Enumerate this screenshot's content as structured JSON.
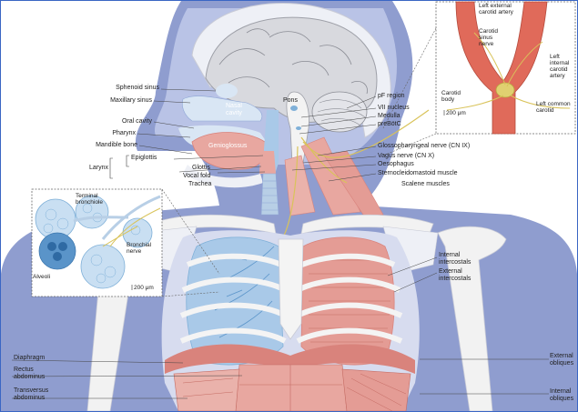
{
  "labels": {
    "left_external_carotid_artery": [
      "Left external",
      "carotid artery"
    ],
    "carotid_sinus_nerve": [
      "Carotid",
      "sinus",
      "nerve"
    ],
    "left_internal_carotid_artery": [
      "Left",
      "internal",
      "carotid",
      "artery"
    ],
    "carotid_body": [
      "Carotid",
      "body"
    ],
    "left_common_carotid": [
      "Left common",
      "carotid"
    ],
    "scale_carotid": "200 μm",
    "sphenoid_sinus": "Sphenoid sinus",
    "maxillary_sinus": "Maxillary sinus",
    "nasal_cavity": [
      "Nasal",
      "cavity"
    ],
    "pons": "Pons",
    "pf_region": "pF region",
    "vii_nucleus": "VII nucleus",
    "medulla": "Medulla",
    "prebotc": "preBötC",
    "oral_cavity": "Oral cavity",
    "pharynx": "Pharynx",
    "genioglossus": "Genioglossus",
    "mandible_bone": "Mandible bone",
    "glossopharyngeal_nerve": "Glossopharyngeal nerve (CN IX)",
    "vagus_nerve": "Vagus nerve (CN X)",
    "oesophagus": "Oesophagus",
    "sternocleidomastoid": "Sternocleidomastoid muscle",
    "scalene": "Scalene muscles",
    "epiglottis": "Epiglottis",
    "larynx": "Larynx",
    "glottis": "Glottis",
    "vocal_fold": "Vocal fold",
    "trachea": "Trachea",
    "terminal_bronchiole": [
      "Terminal",
      "bronchiole"
    ],
    "bronchial_nerve": [
      "Bronchial",
      "nerve"
    ],
    "alveoli": "Alveoli",
    "scale_alveoli": "200 μm",
    "internal_intercostals": [
      "Internal",
      "intercostals"
    ],
    "external_intercostals": [
      "External",
      "intercostals"
    ],
    "diaphragm": "Diaphragm",
    "rectus_abdominus": [
      "Rectus",
      "abdominus"
    ],
    "transversus_abdominus": [
      "Transversus",
      "abdominus"
    ],
    "external_obliques": [
      "External",
      "obliques"
    ],
    "internal_obliques": [
      "Internal",
      "obliques"
    ]
  },
  "colors": {
    "body_silhouette": "#8f9dcf",
    "head_light": "#b9c3e6",
    "bone": "#f2f2f2",
    "muscle": "#e8a7a0",
    "muscle_dark": "#d9837c",
    "airway": "#a9c9e8",
    "lung_blue": "#7fb0d8",
    "nerve": "#d9c35a",
    "artery": "#e06a5a",
    "frame_border": "#3a66c4"
  }
}
